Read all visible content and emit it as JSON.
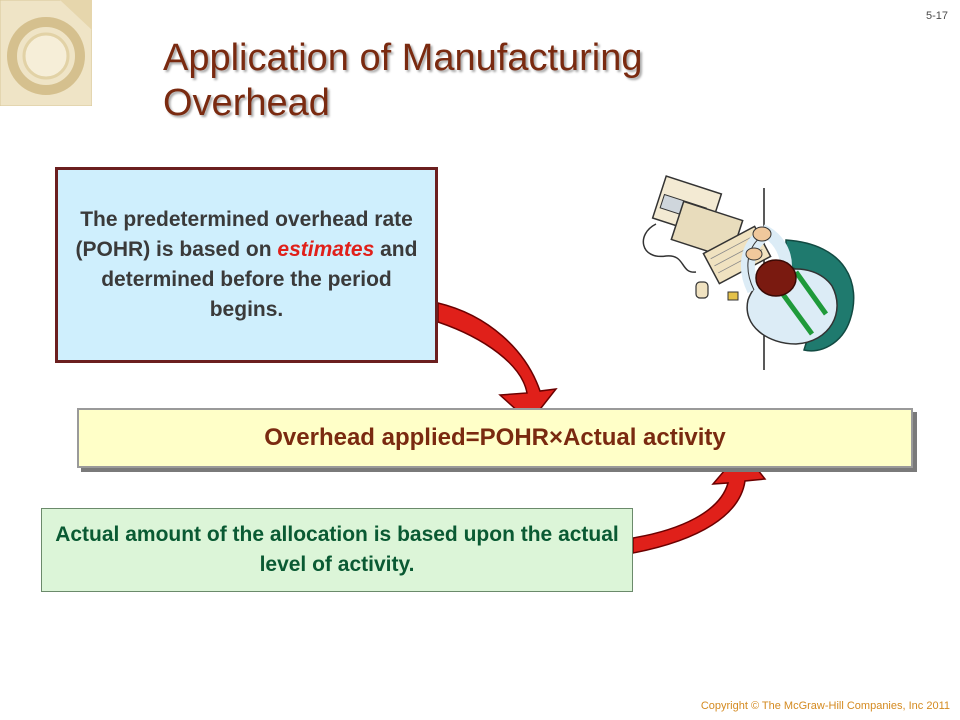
{
  "slide_number": "5-17",
  "title": {
    "line1": "Application of Manufacturing",
    "line2": "Overhead"
  },
  "blue_box": {
    "text_before": "The predetermined overhead rate (POHR) is based on ",
    "emphasis": "estimates",
    "text_after": " and determined before the period begins."
  },
  "formula": {
    "left": "Overhead applied",
    "equals": "=",
    "middle": "POHR",
    "times": "×",
    "right": "Actual activity"
  },
  "green_box": {
    "text": "Actual amount of the allocation is based upon the actual level of activity."
  },
  "footer": {
    "copyright": "Copyright © The McGraw-Hill  Companies, Inc 2011"
  },
  "colors": {
    "title": "#7a2a10",
    "arrow": "#e0201a",
    "blue_box_fill": "#cfeffd",
    "formula_fill": "#ffffc8",
    "green_box_fill": "#dcf5d8",
    "green_text": "#0a5a33"
  },
  "icons": [
    "corner-logo",
    "computer-worker-clipart"
  ]
}
